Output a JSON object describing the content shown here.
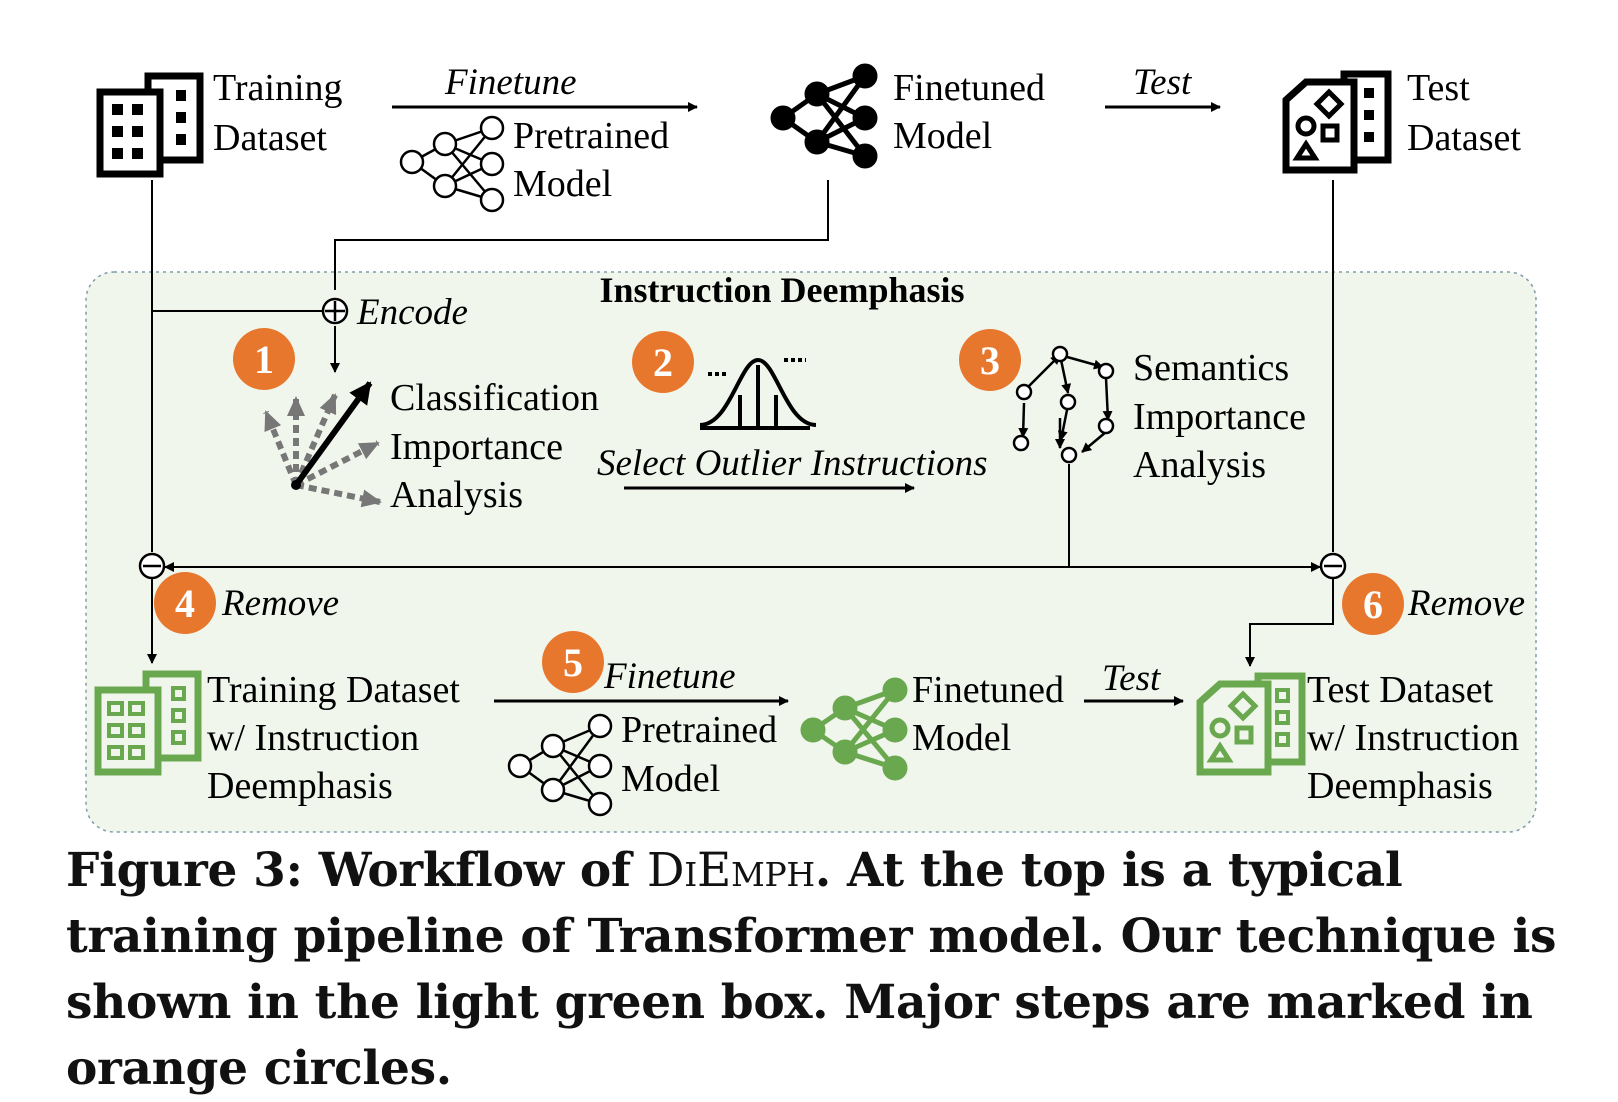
{
  "colors": {
    "accent_orange": "#E8772E",
    "green": "#6AA84F",
    "panel_fill": "#F1F6EC",
    "black": "#000000"
  },
  "top": {
    "training_dataset": [
      "Training",
      "Dataset"
    ],
    "finetune_edge": "Finetune",
    "pretrained_model": [
      "Pretrained",
      "Model"
    ],
    "finetuned_model": [
      "Finetuned",
      "Model"
    ],
    "test_edge": "Test",
    "test_dataset": [
      "Test",
      "Dataset"
    ]
  },
  "panel": {
    "title": "Instruction Deemphasis",
    "encode": "Encode",
    "steps": {
      "s1": "1",
      "s2": "2",
      "s3": "3",
      "s4": "4",
      "s5": "5",
      "s6": "6"
    },
    "classification": [
      "Classification",
      "Importance",
      "Analysis"
    ],
    "select_outlier": "Select Outlier Instructions",
    "semantics": [
      "Semantics",
      "Importance",
      "Analysis"
    ],
    "remove_left": "Remove",
    "remove_right": "Remove",
    "training_deemph": [
      "Training Dataset",
      "w/ Instruction",
      "Deemphasis"
    ],
    "finetune_edge": "Finetune",
    "pretrained_model": [
      "Pretrained",
      "Model"
    ],
    "finetuned_model": [
      "Finetuned",
      "Model"
    ],
    "test_edge": "Test",
    "test_deemph": [
      "Test Dataset",
      "w/ Instruction",
      "Deemphasis"
    ]
  },
  "caption": {
    "prefix": "Figure 3: Workflow of ",
    "name": "DiEmph",
    "rest": ". At the top is a typical training pipeline of Transformer model. Our technique is shown in the light green box. Major steps are marked in orange circles."
  },
  "icons": [
    "dataset-grid-icon",
    "neural-network-icon",
    "test-dataset-shapes-icon",
    "gradient-vectors-icon",
    "bell-curve-icon",
    "graph-nodes-icon",
    "plus-circle-icon",
    "minus-circle-icon"
  ]
}
